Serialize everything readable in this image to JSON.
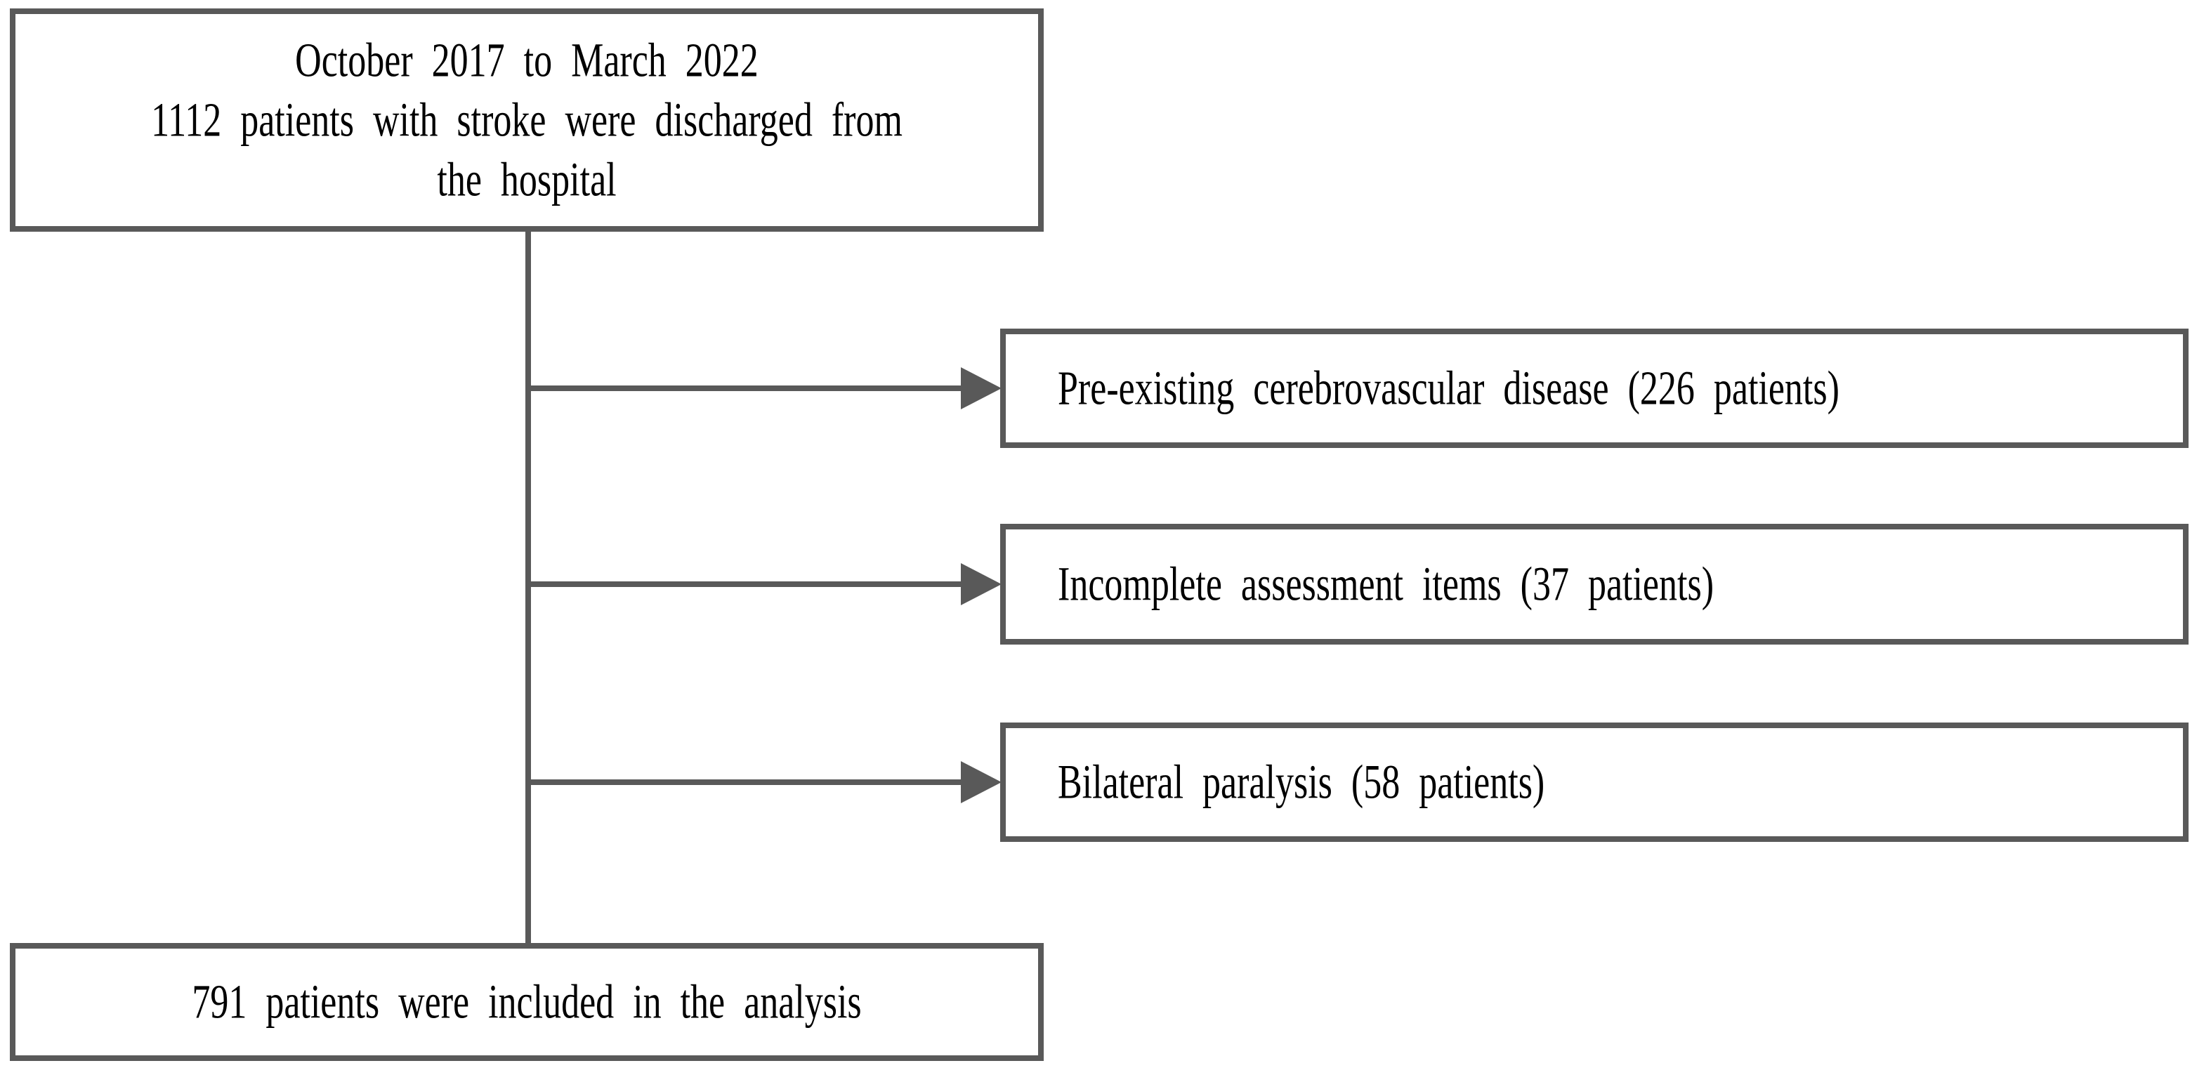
{
  "figure": {
    "type": "patient-flow-diagram",
    "background_color": "#ffffff",
    "line_color": "#595959",
    "text_color": "#000000",
    "top_box": {
      "line1": "October 2017 to March 2022",
      "line2": "1112 patients with stroke were discharged from",
      "line3": "the hospital",
      "patients": 1112
    },
    "exclusions": [
      {
        "label": "Pre-existing cerebrovascular disease (226 patients)",
        "patients": 226
      },
      {
        "label": "Incomplete assessment items (37 patients)",
        "patients": 37
      },
      {
        "label": "Bilateral paralysis (58 patients)",
        "patients": 58
      }
    ],
    "bottom_box": {
      "label": "791 patients were included in the analysis",
      "patients": 791
    }
  }
}
